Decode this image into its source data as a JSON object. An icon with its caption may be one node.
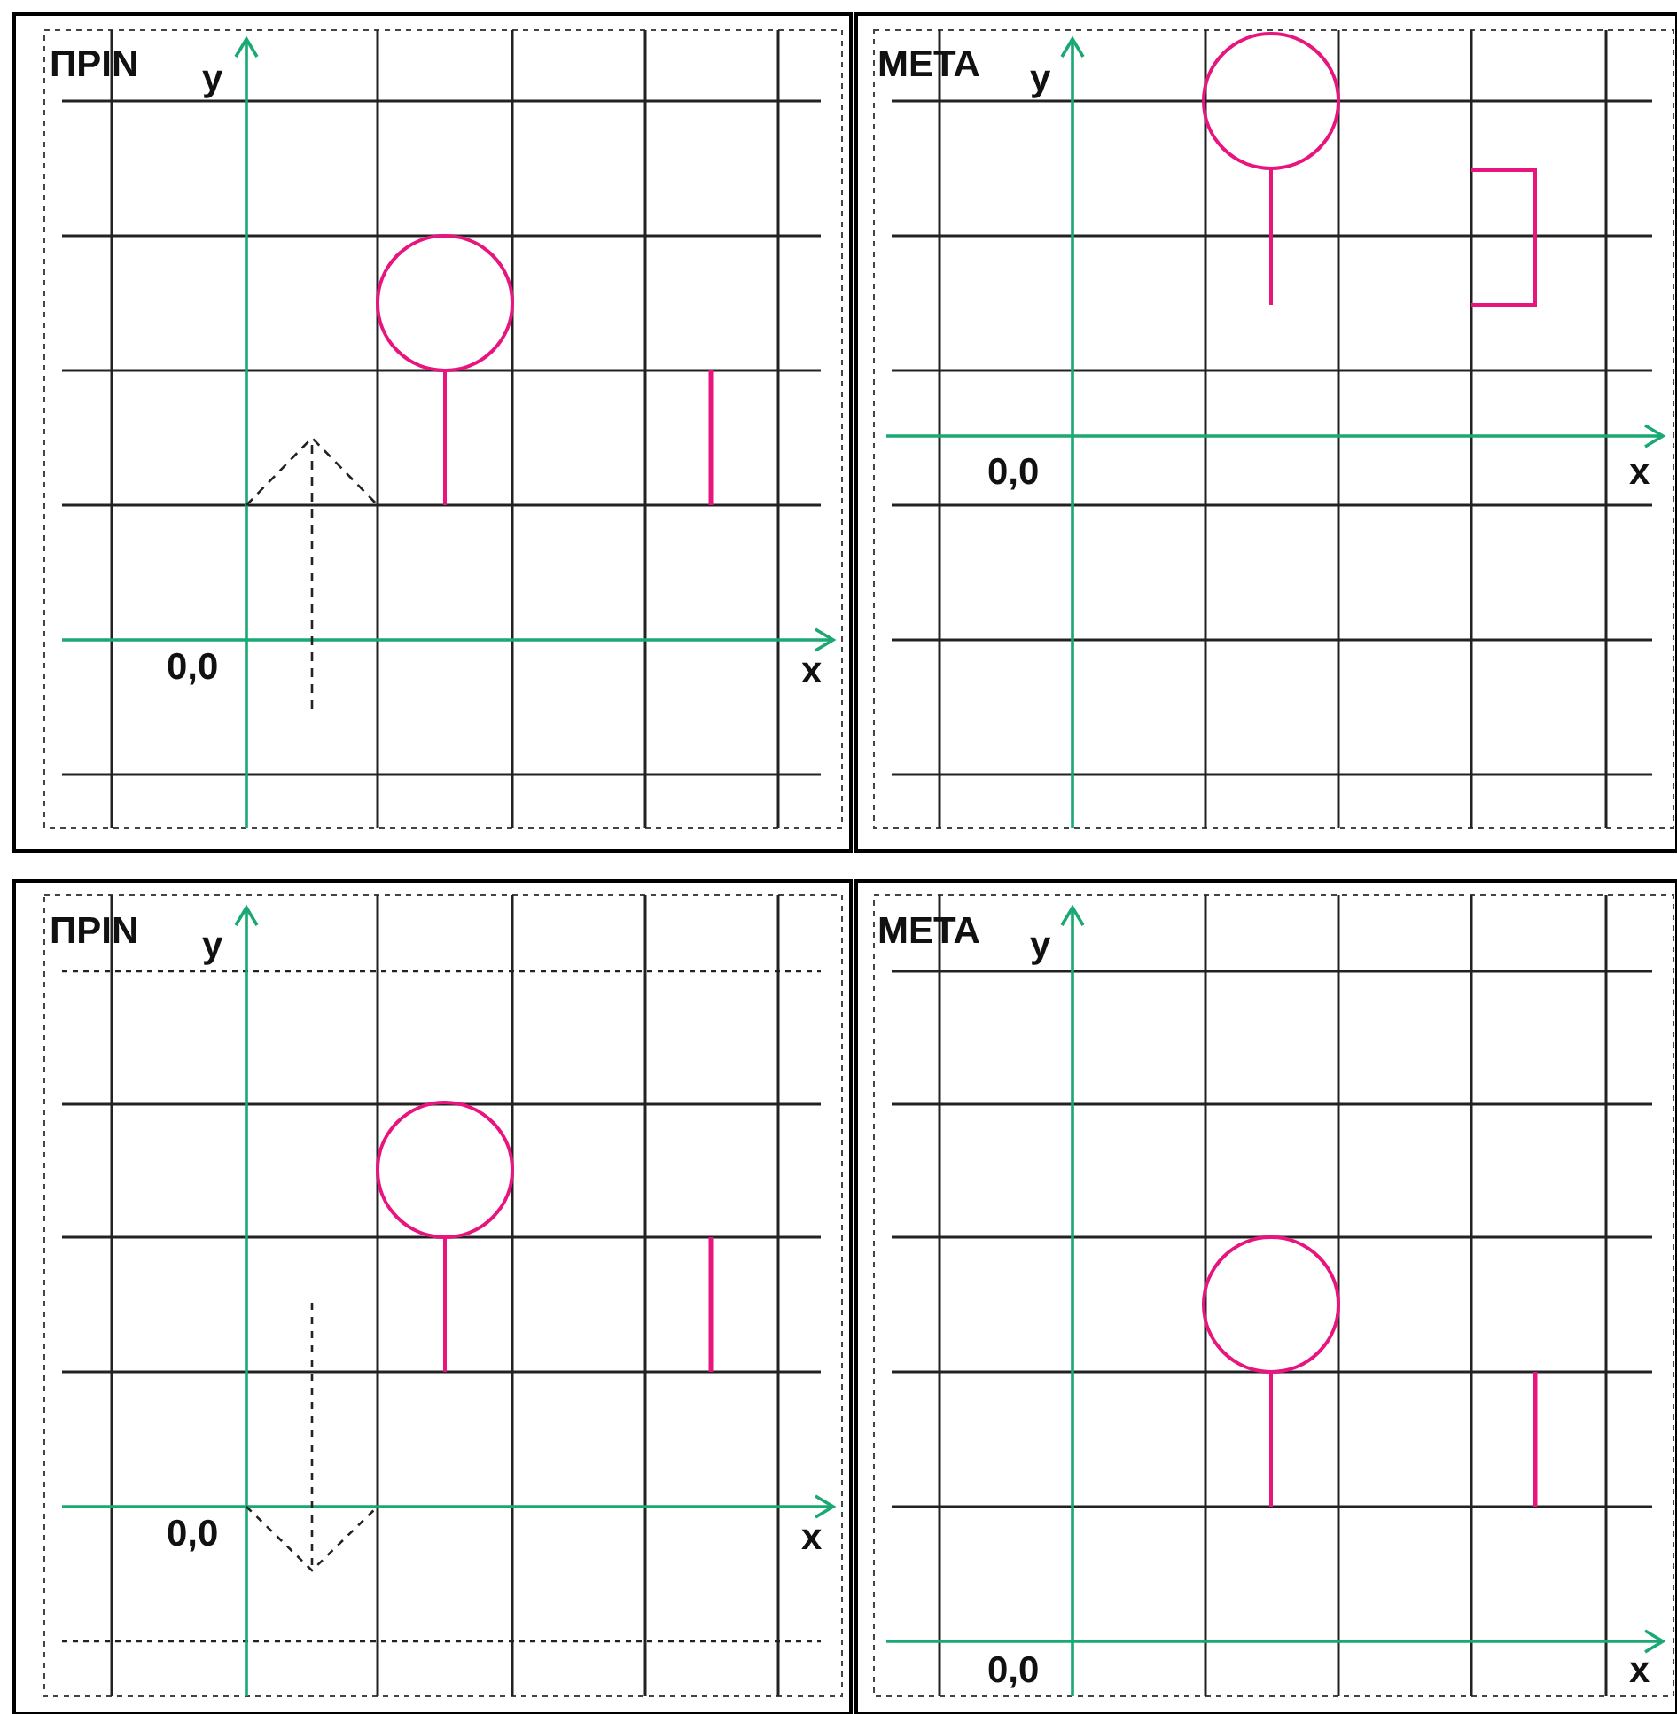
{
  "diagram": {
    "labels": [
      "ΠΡΙΝ",
      "y",
      "0,0",
      "x",
      "ΜΕΤΑ",
      "y",
      "0,0",
      "x",
      "ΠΡΙΝ",
      "y",
      "0,0",
      "x",
      "ΜΕΤΑ",
      "y",
      "0,0",
      "x"
    ]
  }
}
